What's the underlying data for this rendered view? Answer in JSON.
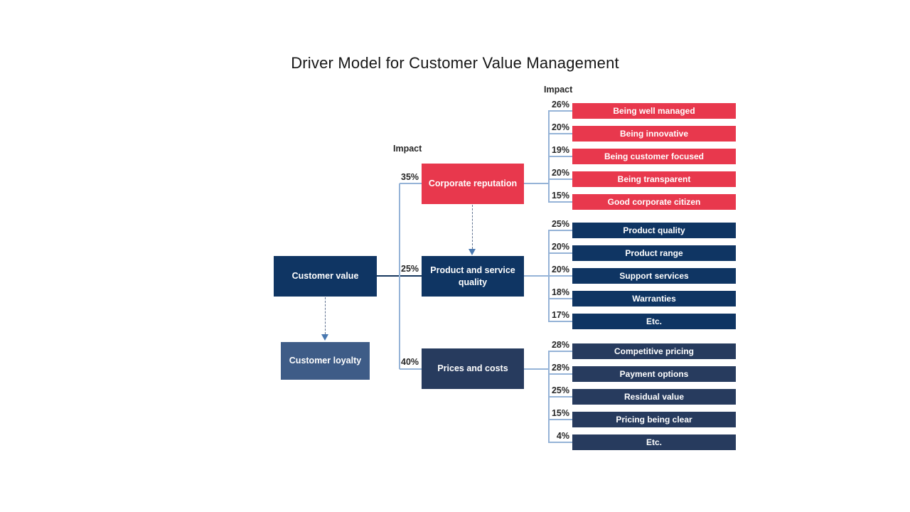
{
  "title": "Driver Model for Customer Value Management",
  "impact_label": "Impact",
  "nodes": {
    "customer_value": "Customer value",
    "customer_loyalty": "Customer loyalty"
  },
  "drivers": [
    {
      "label": "Corporate reputation",
      "impact": "35%",
      "color": "#E8384D",
      "items": [
        {
          "label": "Being well managed",
          "impact": "26%"
        },
        {
          "label": "Being innovative",
          "impact": "20%"
        },
        {
          "label": "Being customer focused",
          "impact": "19%"
        },
        {
          "label": "Being transparent",
          "impact": "20%"
        },
        {
          "label": "Good corporate citizen",
          "impact": "15%"
        }
      ]
    },
    {
      "label": "Product and service quality",
      "impact": "25%",
      "color": "#0F3563",
      "items": [
        {
          "label": "Product quality",
          "impact": "25%"
        },
        {
          "label": "Product range",
          "impact": "20%"
        },
        {
          "label": "Support services",
          "impact": "20%"
        },
        {
          "label": "Warranties",
          "impact": "18%"
        },
        {
          "label": "Etc.",
          "impact": "17%"
        }
      ]
    },
    {
      "label": "Prices and costs",
      "impact": "40%",
      "color": "#273B5E",
      "items": [
        {
          "label": "Competitive pricing",
          "impact": "28%"
        },
        {
          "label": "Payment options",
          "impact": "28%"
        },
        {
          "label": "Residual value",
          "impact": "25%"
        },
        {
          "label": "Pricing being clear",
          "impact": "15%"
        },
        {
          "label": "Etc.",
          "impact": "4%"
        }
      ]
    }
  ],
  "colors": {
    "red": "#E8384D",
    "navy": "#0F3563",
    "slate": "#273B5E",
    "loyalty_steel": "#3E5C87",
    "connector_light": "#95B3D7",
    "connector_dark": "#17375E",
    "arrow_dash": "#5F7190",
    "arrow_head": "#4978B0"
  }
}
